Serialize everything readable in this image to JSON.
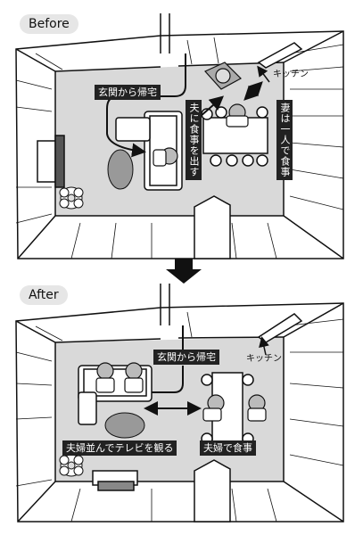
{
  "before": {
    "heading": "Before",
    "entrance": "玄関から帰宅",
    "serve": "夫に食事を出す",
    "alone": "妻は一人で食事",
    "kitchen": "キッチン"
  },
  "after": {
    "heading": "After",
    "entrance": "玄関から帰宅",
    "kitchen": "キッチン",
    "tv": "夫婦並んでテレビを観る",
    "meal": "夫婦で食事"
  }
}
